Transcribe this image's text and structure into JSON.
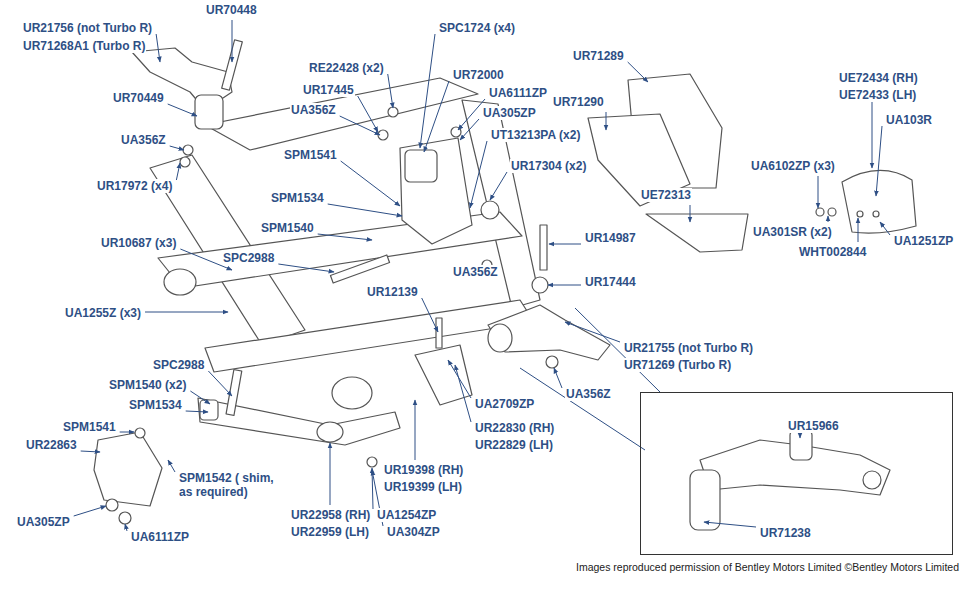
{
  "diagram": {
    "nodes": [
      {
        "text": [
          "UR15966",
          "UR71238"
        ]
      }
    ],
    "labels": [
      "UR21756 (not Turbo R)",
      "UR71268A1 (Turbo R)",
      "UR70448",
      "SPC1724 (x4)",
      "UR71289",
      "RE22428 (x2)",
      "UR72000",
      "UR17445",
      "UA6111ZP",
      "UA356Z",
      "UA305ZP",
      "UR70449",
      "UR71290",
      "UE72434 (RH)",
      "UE72433 (LH)",
      "UA103R",
      "UT13213PA (x2)",
      "SPM1541",
      "UR17304 (x2)",
      "UA356Z",
      "UR17972 (x4)",
      "UA6102ZP (x3)",
      "UE72313",
      "SPM1534",
      "SPM1540",
      "UA301SR (x2)",
      "UA1251ZP",
      "UR14987",
      "WHT002844",
      "SPC2988",
      "UR10687 (x3)",
      "UA356Z",
      "UR17444",
      "UR12139",
      "UA1255Z (x3)",
      "SPC2988",
      "UR21755 (not Turbo R)",
      "UR71269 (Turbo R)",
      "UA356Z",
      "SPM1540 (x2)",
      "SPM1534",
      "UA2709ZP",
      "SPM1541",
      "UR22863",
      "UR22830 (RH)",
      "UR22829 (LH)",
      "SPM1542 ( shim, as required)",
      "UR19398 (RH)",
      "UR19399 (LH)",
      "UR22958 (RH)",
      "UR22959 (LH)",
      "UA1254ZP",
      "UA304ZP",
      "UA305ZP",
      "UA6111ZP",
      "Images reproduced permission of Bentley Motors Limited ©Bentley Motors Limited"
    ]
  }
}
